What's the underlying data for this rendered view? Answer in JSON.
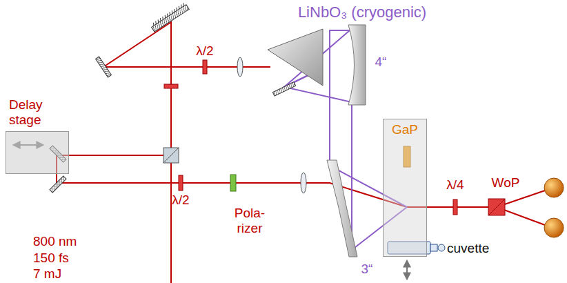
{
  "diagram": {
    "nodes": [
      {
        "text": [
          "Delay stage"
        ]
      },
      {
        "text": [
          "GaP"
        ]
      }
    ],
    "labels": [
      "LiNbO₃ (cryogenic)",
      "λ/2",
      "4“",
      "λ/2",
      "Pola- rizer",
      "3“",
      "λ/4",
      "WoP",
      "800 nm",
      "150 fs",
      "7 mJ",
      "cuvette"
    ]
  }
}
